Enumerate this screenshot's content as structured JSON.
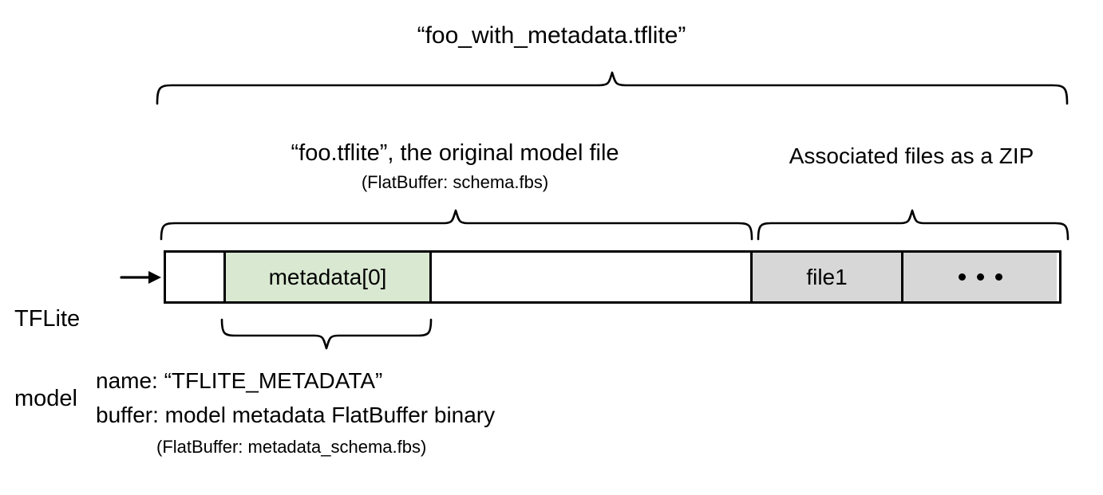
{
  "diagram": {
    "title": "“foo_with_metadata.tflite”",
    "left_caption": {
      "line1": "TFLite",
      "line2": "model"
    },
    "sections": {
      "model": {
        "label": "“foo.tflite”, the original model file",
        "sublabel": "(FlatBuffer: schema.fbs)"
      },
      "zip": {
        "label": "Associated files as a ZIP"
      }
    },
    "bar_cells": [
      {
        "name": "head",
        "label": "",
        "fill": "#ffffff"
      },
      {
        "name": "meta",
        "label": "metadata[0]",
        "fill": "#d9e8d1"
      },
      {
        "name": "body",
        "label": "",
        "fill": "#ffffff"
      },
      {
        "name": "file1",
        "label": "file1",
        "fill": "#d7d7d7"
      },
      {
        "name": "rest",
        "label": "...",
        "fill": "#d7d7d7"
      }
    ],
    "metadata_annotation": {
      "line1": "name: “TFLITE_METADATA”",
      "line2": "buffer: model metadata FlatBuffer binary",
      "line3": "(FlatBuffer: metadata_schema.fbs)"
    },
    "colors": {
      "stroke": "#000000",
      "background": "#ffffff",
      "metadata_fill": "#d9e8d1",
      "zip_fill": "#d7d7d7"
    },
    "icons": {
      "arrow": "right-arrow-icon",
      "ellipsis": "ellipsis-icon"
    }
  }
}
